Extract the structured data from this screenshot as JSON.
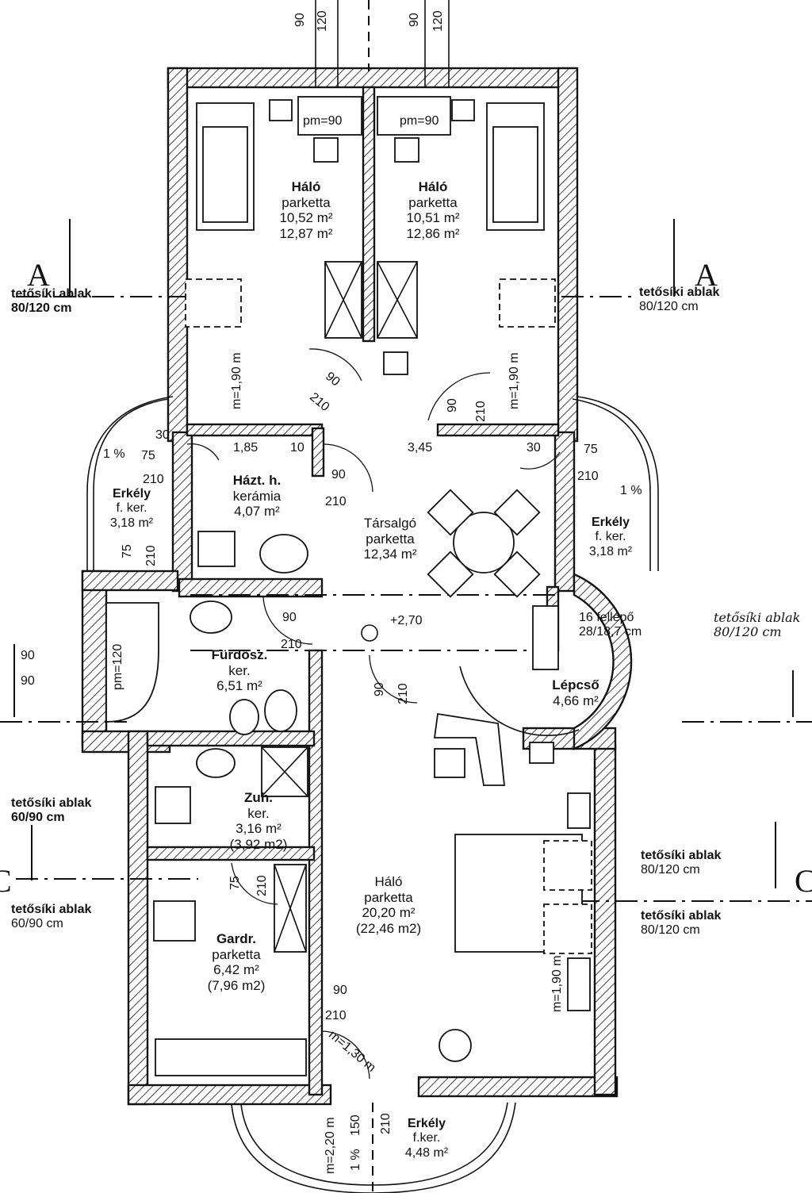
{
  "rooms": {
    "halo_left": {
      "name": "Háló",
      "floor": "parketta",
      "area1": "10,52 m²",
      "area2": "12,87 m²"
    },
    "halo_right": {
      "name": "Háló",
      "floor": "parketta",
      "area1": "10,51 m²",
      "area2": "12,86 m²"
    },
    "hazt": {
      "name": "Házt. h.",
      "floor": "kerámia",
      "area1": "4,07 m²"
    },
    "tarsalgo": {
      "name": "Társalgó",
      "floor": "parketta",
      "area1": "12,34 m²"
    },
    "erkely_left": {
      "name": "Erkély",
      "floor": "f. ker.",
      "area1": "3,18 m²"
    },
    "erkely_right": {
      "name": "Erkély",
      "floor": "f. ker.",
      "area1": "3,18 m²"
    },
    "furdo": {
      "name": "Fürdősz.",
      "floor": "ker.",
      "area1": "6,51 m²"
    },
    "lepcso": {
      "name": "Lépcső",
      "area1": "4,66 m²",
      "steps1": "16 fellépő",
      "steps2": "28/18,7 cm"
    },
    "zuh": {
      "name": "Zuh.",
      "floor": "ker.",
      "area1": "3,16 m²",
      "area2": "(3,92 m2)"
    },
    "halo_main": {
      "name": "Háló",
      "floor": "parketta",
      "area1": "20,20 m²",
      "area2": "(22,46 m2)"
    },
    "gardr": {
      "name": "Gardr.",
      "floor": "parketta",
      "area1": "6,42 m²",
      "area2": "(7,96 m2)"
    },
    "erkely_bottom": {
      "name": "Erkély",
      "floor": "f.ker.",
      "area1": "4,48 m²"
    }
  },
  "windows": {
    "left_a": {
      "title": "tetősíki ablak",
      "size": "80/120 cm"
    },
    "right_a": {
      "title": "tetősíki ablak",
      "size": "80/120 cm"
    },
    "stair_hand": {
      "title": "tetősíki ablak",
      "size": "80/120 cm"
    },
    "left_c1": {
      "title": "tetősíki ablak",
      "size": "60/90 cm"
    },
    "left_c2": {
      "title": "tetősíki ablak",
      "size": "60/90 cm"
    },
    "right_c1": {
      "title": "tetősíki ablak",
      "size": "80/120 cm"
    },
    "right_c2": {
      "title": "tetősíki ablak",
      "size": "80/120 cm"
    }
  },
  "section_marks": {
    "a_left": "A",
    "a_right": "A",
    "c_left": "C",
    "c_right": "C"
  },
  "dimensions": {
    "top_90a": "90",
    "top_120a": "120",
    "top_90b": "90",
    "top_120b": "120",
    "pm1": "pm=90",
    "pm2": "pm=90",
    "d_185": "1,85",
    "d_10": "10",
    "d_345": "3,45",
    "d_30l": "30",
    "d_30r": "30",
    "d_75l": "75",
    "d_75r": "75",
    "d_210l": "210",
    "d_210r": "210",
    "d_90hazt": "90",
    "d_210hazt": "210",
    "d_90door_l": "90",
    "d_210door_l": "210",
    "d_90door_r": "90",
    "d_210door_r": "210",
    "d_pm_l": "m=1,90 m",
    "d_pm_r": "m=1,90 m",
    "d_75v": "75",
    "d_210v": "210",
    "d_90furdo": "90",
    "d_210furdo": "210",
    "level": "+2,70",
    "d_90stair": "90",
    "d_210stair": "210",
    "d_pm120": "pm=120",
    "d_90side1": "90",
    "d_90side2": "90",
    "d_75zuh": "75",
    "d_210zuh": "210",
    "d_90main": "90",
    "d_210main": "210",
    "d_pm_main": "m=1,90 m",
    "d_m130": "m=1,30 m",
    "d_150": "150",
    "d_210bot": "210",
    "d_pm220": "m=2,20 m",
    "slope_l": "1 %",
    "slope_r": "1 %",
    "slope_b": "1 %"
  }
}
